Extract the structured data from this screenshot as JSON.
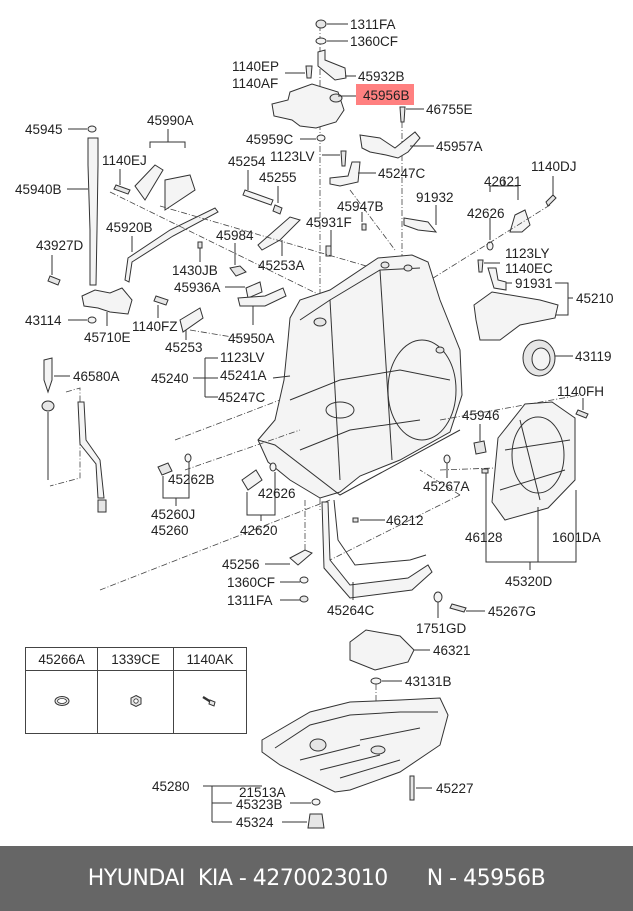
{
  "highlight": {
    "part": "45956B",
    "color": "#ff8080"
  },
  "labels": {
    "l_1311FA_top": "1311FA",
    "l_1360CF_top": "1360CF",
    "l_1140EP": "1140EP",
    "l_1140AF": "1140AF",
    "l_45932B": "45932B",
    "l_45956B": "45956B",
    "l_46755E": "46755E",
    "l_45959C": "45959C",
    "l_45957A": "45957A",
    "l_45945": "45945",
    "l_45990A": "45990A",
    "l_1140EJ": "1140EJ",
    "l_45254": "45254",
    "l_1123LV_top": "1123LV",
    "l_45255": "45255",
    "l_45247C_top": "45247C",
    "l_1140DJ": "1140DJ",
    "l_42621": "42621",
    "l_45940B": "45940B",
    "l_91932": "91932",
    "l_45947B": "45947B",
    "l_42626_top": "42626",
    "l_45931F": "45931F",
    "l_45920B": "45920B",
    "l_45984": "45984",
    "l_43927D": "43927D",
    "l_1123LY": "1123LY",
    "l_1430JB": "1430JB",
    "l_45253A": "45253A",
    "l_1140EC": "1140EC",
    "l_45936A": "45936A",
    "l_91931": "91931",
    "l_45210": "45210",
    "l_43114": "43114",
    "l_45710E": "45710E",
    "l_1140FZ": "1140FZ",
    "l_45950A": "45950A",
    "l_45253": "45253",
    "l_43119": "43119",
    "l_1123LV_mid": "1123LV",
    "l_46580A": "46580A",
    "l_45240": "45240",
    "l_45241A": "45241A",
    "l_45247C_mid": "45247C",
    "l_1140FH": "1140FH",
    "l_45946": "45946",
    "l_45262B": "45262B",
    "l_42626_mid": "42626",
    "l_45267A": "45267A",
    "l_45260J": "45260J",
    "l_45260": "45260",
    "l_42620": "42620",
    "l_46212": "46212",
    "l_46128": "46128",
    "l_1601DA": "1601DA",
    "l_45256": "45256",
    "l_45320D": "45320D",
    "l_1360CF_bot": "1360CF",
    "l_1311FA_bot": "1311FA",
    "l_45264C": "45264C",
    "l_45267G": "45267G",
    "l_1751GD": "1751GD",
    "l_46321": "46321",
    "l_43131B": "43131B",
    "l_45280": "45280",
    "l_21513A": "21513A",
    "l_45323B": "45323B",
    "l_45227": "45227",
    "l_45324": "45324"
  },
  "legend": {
    "columns": [
      {
        "code": "45266A",
        "icon": "o-ring-icon"
      },
      {
        "code": "1339CE",
        "icon": "nut-icon"
      },
      {
        "code": "1140AK",
        "icon": "bolt-icon"
      }
    ]
  },
  "footer": {
    "brand": "HYUNDAI  KIA - 4270023010",
    "ref": "N - 45956B"
  }
}
